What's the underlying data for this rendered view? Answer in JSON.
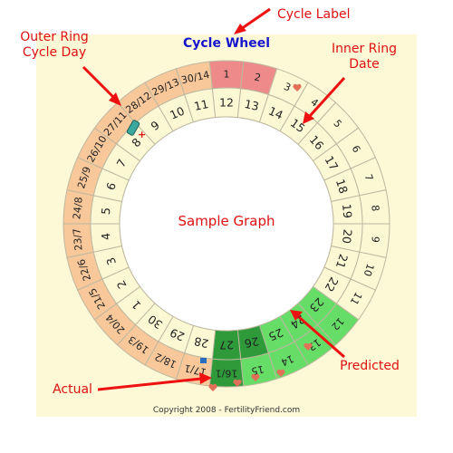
{
  "title": "Cycle Wheel",
  "center_label": "Sample Graph",
  "copyright": "Copyright 2008 - FertilityFriend.com",
  "annotations": [
    {
      "id": "cycle-label",
      "lines": [
        "Cycle Label"
      ]
    },
    {
      "id": "outer-ring",
      "lines": [
        "Outer Ring",
        "Cycle Day"
      ]
    },
    {
      "id": "inner-ring",
      "lines": [
        "Inner Ring",
        "Date"
      ]
    },
    {
      "id": "predicted",
      "lines": [
        "Predicted"
      ]
    },
    {
      "id": "actual",
      "lines": [
        "Actual"
      ]
    }
  ],
  "outer_ring": [
    {
      "text": "1",
      "fill": "#ef8a8a"
    },
    {
      "text": "2",
      "fill": "#ef8a8a"
    },
    {
      "text": "3",
      "fill": "#fcf8d4"
    },
    {
      "text": "4",
      "fill": "#fcf8d4"
    },
    {
      "text": "5",
      "fill": "#fcf8d4"
    },
    {
      "text": "6",
      "fill": "#fcf8d4"
    },
    {
      "text": "7",
      "fill": "#fcf8d4"
    },
    {
      "text": "8",
      "fill": "#fcf8d4"
    },
    {
      "text": "9",
      "fill": "#fcf8d4"
    },
    {
      "text": "10",
      "fill": "#fcf8d4"
    },
    {
      "text": "11",
      "fill": "#fcf8d4"
    },
    {
      "text": "12",
      "fill": "#66dd66"
    },
    {
      "text": "13",
      "fill": "#66dd66"
    },
    {
      "text": "14",
      "fill": "#66dd66"
    },
    {
      "text": "15",
      "fill": "#66dd66"
    },
    {
      "text": "16/1",
      "fill": "#2e9a3a"
    },
    {
      "text": "17/1",
      "fill": "#f8c89a"
    },
    {
      "text": "18/2",
      "fill": "#f8c89a"
    },
    {
      "text": "19/3",
      "fill": "#f8c89a"
    },
    {
      "text": "20/4",
      "fill": "#f8c89a"
    },
    {
      "text": "21/5",
      "fill": "#f8c89a"
    },
    {
      "text": "22/6",
      "fill": "#f8c89a"
    },
    {
      "text": "23/7",
      "fill": "#f8c89a"
    },
    {
      "text": "24/8",
      "fill": "#f8c89a"
    },
    {
      "text": "25/9",
      "fill": "#f8c89a"
    },
    {
      "text": "26/10",
      "fill": "#f8c89a"
    },
    {
      "text": "27/11",
      "fill": "#f8c89a"
    },
    {
      "text": "28/12",
      "fill": "#f8c89a"
    },
    {
      "text": "29/13",
      "fill": "#f8c89a"
    },
    {
      "text": "30/14",
      "fill": "#f8c89a"
    }
  ],
  "inner_ring": [
    {
      "text": "12",
      "fill": "#fcf8d4"
    },
    {
      "text": "13",
      "fill": "#fcf8d4"
    },
    {
      "text": "14",
      "fill": "#fcf8d4"
    },
    {
      "text": "15",
      "fill": "#fcf8d4"
    },
    {
      "text": "16",
      "fill": "#fcf8d4"
    },
    {
      "text": "17",
      "fill": "#fcf8d4"
    },
    {
      "text": "18",
      "fill": "#fcf8d4"
    },
    {
      "text": "19",
      "fill": "#fcf8d4"
    },
    {
      "text": "20",
      "fill": "#fcf8d4"
    },
    {
      "text": "21",
      "fill": "#fcf8d4"
    },
    {
      "text": "22",
      "fill": "#fcf8d4"
    },
    {
      "text": "23",
      "fill": "#66dd66"
    },
    {
      "text": "24",
      "fill": "#66dd66"
    },
    {
      "text": "25",
      "fill": "#66dd66"
    },
    {
      "text": "26",
      "fill": "#2e9a3a"
    },
    {
      "text": "27",
      "fill": "#2e9a3a"
    },
    {
      "text": "28",
      "fill": "#fcf8d4"
    },
    {
      "text": "29",
      "fill": "#fcf8d4"
    },
    {
      "text": "30",
      "fill": "#fcf8d4"
    },
    {
      "text": "1",
      "fill": "#fcf8d4"
    },
    {
      "text": "2",
      "fill": "#fcf8d4"
    },
    {
      "text": "3",
      "fill": "#fcf8d4"
    },
    {
      "text": "4",
      "fill": "#fcf8d4"
    },
    {
      "text": "5",
      "fill": "#fcf8d4"
    },
    {
      "text": "6",
      "fill": "#fcf8d4"
    },
    {
      "text": "7",
      "fill": "#fcf8d4"
    },
    {
      "text": "8",
      "fill": "#fcf8d4"
    },
    {
      "text": "9",
      "fill": "#fcf8d4"
    },
    {
      "text": "10",
      "fill": "#fcf8d4"
    },
    {
      "text": "11",
      "fill": "#fcf8d4"
    }
  ],
  "colors": {
    "panel": "#fdf8d6",
    "arrow": "#ee1111",
    "annotation_text": "#dd1111",
    "title": "#1515cc",
    "period": "#ef8a8a",
    "past": "#f8c89a",
    "predicted": "#66dd66",
    "actual": "#2e9a3a"
  },
  "icons": [
    "thermometer-icon",
    "cross-marker-icon",
    "heart-icon",
    "heart-icon",
    "heart-icon",
    "heart-icon",
    "heart-icon",
    "heart-icon"
  ]
}
